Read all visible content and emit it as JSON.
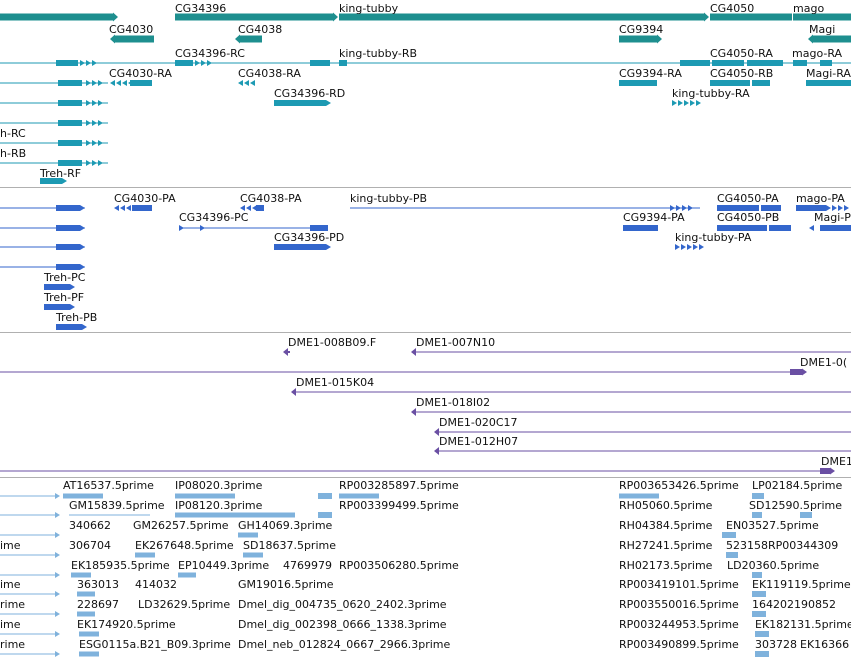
{
  "colors": {
    "gene": "#1e8f8f",
    "mrna": "#1d9ab3",
    "protein": "#3366cc",
    "clone": "#6a4fa3",
    "est": "#7fb2dc",
    "divider": "#b0b0b0"
  },
  "tracks": [
    {
      "name": "gene",
      "labels": [
        {
          "text": "CG34396"
        },
        {
          "text": "king-tubby"
        },
        {
          "text": "CG4050"
        },
        {
          "text": "mago"
        },
        {
          "text": "CG4030"
        },
        {
          "text": "CG4038"
        },
        {
          "text": "CG9394"
        },
        {
          "text": "Magi"
        }
      ]
    },
    {
      "name": "mrna",
      "labels": [
        {
          "text": "CG34396-RC"
        },
        {
          "text": "king-tubby-RB"
        },
        {
          "text": "CG4050-RA"
        },
        {
          "text": "mago-RA"
        },
        {
          "text": "CG4030-RA"
        },
        {
          "text": "CG4038-RA"
        },
        {
          "text": "CG9394-RA"
        },
        {
          "text": "CG4050-RB"
        },
        {
          "text": "Magi-RA"
        },
        {
          "text": "CG34396-RD"
        },
        {
          "text": "king-tubby-RA"
        },
        {
          "text": "h-RC"
        },
        {
          "text": "h-RB"
        },
        {
          "text": "Treh-RF"
        }
      ]
    },
    {
      "name": "protein",
      "labels": [
        {
          "text": "CG4030-PA"
        },
        {
          "text": "CG4038-PA"
        },
        {
          "text": "king-tubby-PB"
        },
        {
          "text": "CG4050-PA"
        },
        {
          "text": "mago-PA"
        },
        {
          "text": "CG34396-PC"
        },
        {
          "text": "CG9394-PA"
        },
        {
          "text": "CG4050-PB"
        },
        {
          "text": "Magi-P"
        },
        {
          "text": "CG34396-PD"
        },
        {
          "text": "king-tubby-PA"
        },
        {
          "text": "Treh-PC"
        },
        {
          "text": "Treh-PF"
        },
        {
          "text": "Treh-PB"
        }
      ]
    },
    {
      "name": "clone",
      "labels": [
        {
          "text": "DME1-008B09.F"
        },
        {
          "text": "DME1-007N10"
        },
        {
          "text": "DME1-0("
        },
        {
          "text": "DME1-015K04"
        },
        {
          "text": "DME1-018I02"
        },
        {
          "text": "DME1-020C17"
        },
        {
          "text": "DME1-012H07"
        },
        {
          "text": "DME1"
        }
      ]
    },
    {
      "name": "est",
      "labels": [
        {
          "text": "AT16537.5prime"
        },
        {
          "text": "IP08020.3prime"
        },
        {
          "text": "RP003285897.5prime"
        },
        {
          "text": "RP003653426.5prime"
        },
        {
          "text": "LP02184.5prime"
        },
        {
          "text": "GM15839.5prime"
        },
        {
          "text": "IP08120.3prime"
        },
        {
          "text": "RP003399499.5prime"
        },
        {
          "text": "RH05060.5prime"
        },
        {
          "text": "SD12590.5prime"
        },
        {
          "text": "340662"
        },
        {
          "text": "GM26257.5prime"
        },
        {
          "text": "GH14069.3prime"
        },
        {
          "text": "RH04384.5prime"
        },
        {
          "text": "EN03527.5prime"
        },
        {
          "text": "ime"
        },
        {
          "text": "306704"
        },
        {
          "text": "EK267648.5prime"
        },
        {
          "text": "SD18637.5prime"
        },
        {
          "text": "RH27241.5prime"
        },
        {
          "text": "523158"
        },
        {
          "text": "RP00344309"
        },
        {
          "text": "EK185935.5prime"
        },
        {
          "text": "EP10449.3prime"
        },
        {
          "text": "4769979"
        },
        {
          "text": "RP003506280.5prime"
        },
        {
          "text": "RH02173.5prime"
        },
        {
          "text": "LD20360.5prime"
        },
        {
          "text": "ime"
        },
        {
          "text": "363013"
        },
        {
          "text": "414032"
        },
        {
          "text": "GM19016.5prime"
        },
        {
          "text": "RP003419101.5prime"
        },
        {
          "text": "EK119119.5prime"
        },
        {
          "text": "rime"
        },
        {
          "text": "228697"
        },
        {
          "text": "LD32629.5prime"
        },
        {
          "text": "Dmel_dig_004735_0620_2402.3prime"
        },
        {
          "text": "RP003550016.5prime"
        },
        {
          "text": "164202190852"
        },
        {
          "text": "ime"
        },
        {
          "text": "EK174920.5prime"
        },
        {
          "text": "Dmel_dig_002398_0666_1338.3prime"
        },
        {
          "text": "RP003244953.5prime"
        },
        {
          "text": "EK182131.5prime"
        },
        {
          "text": "rime"
        },
        {
          "text": "ESG0115a.B21_B09.3prime"
        },
        {
          "text": "Dmel_neb_012824_0667_2966.3prime"
        },
        {
          "text": "RP003490899.5prime"
        },
        {
          "text": "303728"
        },
        {
          "text": "EK16366"
        }
      ]
    }
  ]
}
